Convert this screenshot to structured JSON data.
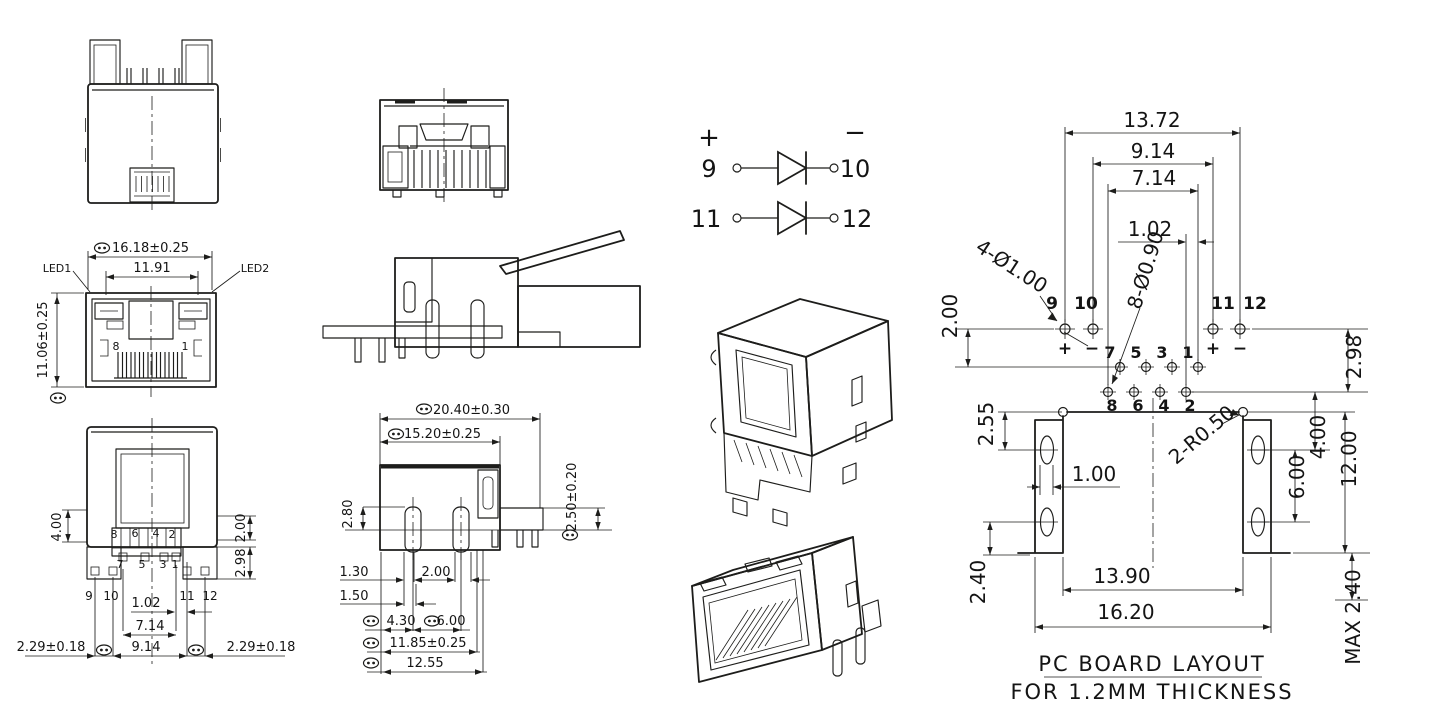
{
  "colors": {
    "ink": "#1d1d1b",
    "background": "#ffffff"
  },
  "icons": {
    "inspection_mark": "oval-with-two-dots"
  },
  "front_view": {
    "led1": "LED1",
    "led2": "LED2",
    "dim_width": "16.18±0.25",
    "dim_window_width": "11.91",
    "dim_height": "11.06±0.25",
    "pin_left": "8",
    "pin_right": "1"
  },
  "bottom_view": {
    "dim_block_height": "4.00",
    "dim_pin_row1": "2.00",
    "dim_pin_row2": "2.98",
    "dim_stagger": "1.02",
    "dim_pin_span": "7.14",
    "dim_led_span": "9.14",
    "dim_led_pitch_left": "2.29±0.18",
    "dim_led_pitch_right": "2.29±0.18",
    "pins_upper": [
      "8",
      "6",
      "4",
      "2"
    ],
    "pins_lower": [
      "7",
      "5",
      "3",
      "1"
    ],
    "pins_led_left": [
      "9",
      "10"
    ],
    "pins_led_right": [
      "11",
      "12"
    ]
  },
  "side_view": {
    "dim_length_overall": "20.40±0.30",
    "dim_length_body": "15.20±0.25",
    "dim_post_height": "2.80",
    "dim_height_right": "2.50±0.20",
    "dim_a": "1.30",
    "dim_b": "1.50",
    "dim_c": "2.00",
    "dim_d": "4.30",
    "dim_e": "6.00",
    "dim_f": "11.85±0.25",
    "dim_g": "12.55"
  },
  "diode_circuit": {
    "plus": "+",
    "minus": "−",
    "diode1": {
      "anode": "9",
      "cathode": "10"
    },
    "diode2": {
      "anode": "11",
      "cathode": "12"
    }
  },
  "pcb_layout": {
    "dim_led_outer_span": "13.72",
    "dim_led_inner_span": "9.14",
    "dim_pin_span": "7.14",
    "dim_stagger": "1.02",
    "dim_led_row_offset": "2.00",
    "dim_pin_row_offset": "2.98",
    "dim_slot_offset_top": "2.55",
    "dim_tab_offset": "4.00",
    "dim_slot_pitch": "6.00",
    "dim_board_depth": "12.00",
    "dim_slot_width": "1.00",
    "dim_slot_offset_bottom": "2.40",
    "dim_cutout_width": "13.90",
    "dim_outer_width": "16.20",
    "dim_max_depth": "MAX 2.40",
    "callout_led_holes": "4-Ø1.00",
    "callout_pin_holes": "8-Ø0.90",
    "callout_corner_radius": "2-R0.50",
    "led_pins": [
      "9",
      "10",
      "11",
      "12"
    ],
    "polarity_left": [
      "+",
      "−"
    ],
    "polarity_right": [
      "+",
      "−"
    ],
    "pins_row1": [
      "7",
      "5",
      "3",
      "1"
    ],
    "pins_row2": [
      "8",
      "6",
      "4",
      "2"
    ],
    "title_line1": "PC BOARD LAYOUT",
    "title_line2": "FOR 1.2MM THICKNESS"
  }
}
